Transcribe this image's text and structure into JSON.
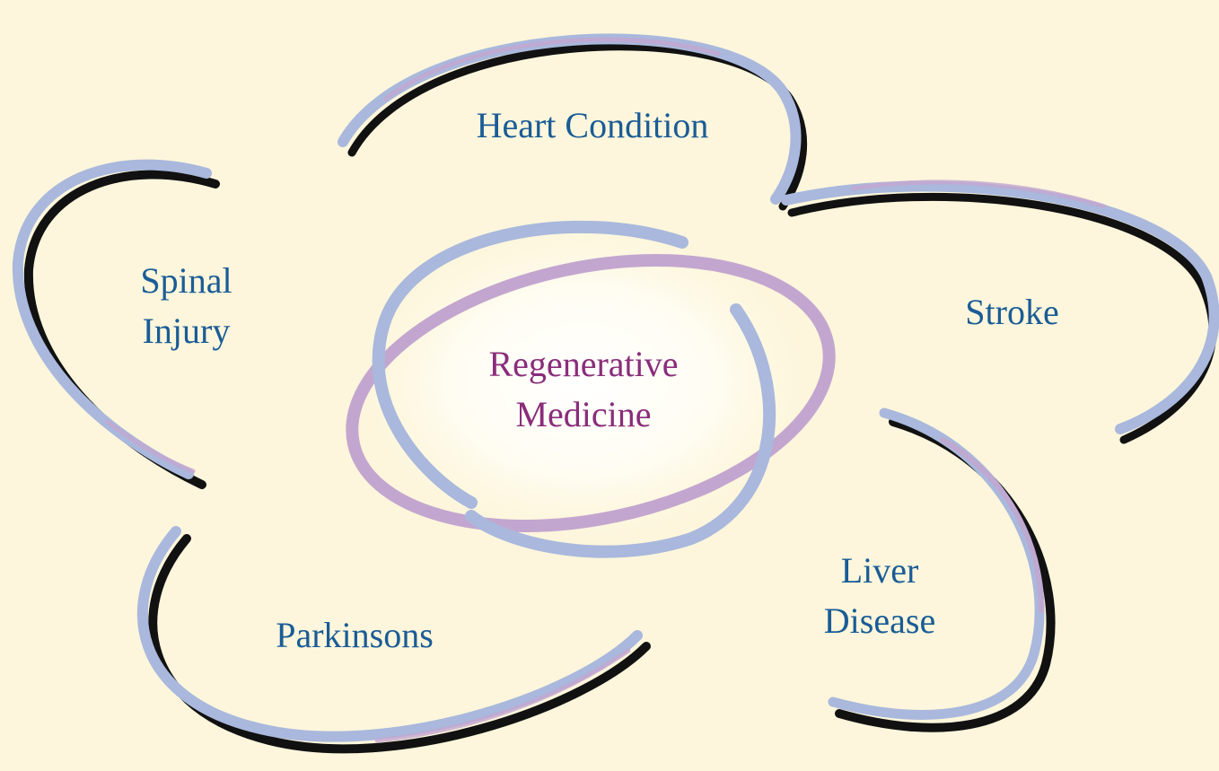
{
  "diagram": {
    "center": {
      "lines": [
        "Regenerative",
        "Medicine"
      ],
      "color": "#8a2d7a"
    },
    "petals": [
      {
        "id": "heart",
        "lines": [
          "Heart Condition"
        ]
      },
      {
        "id": "spinal",
        "lines": [
          "Spinal",
          "Injury"
        ]
      },
      {
        "id": "stroke",
        "lines": [
          "Stroke"
        ]
      },
      {
        "id": "parkinsons",
        "lines": [
          "Parkinsons"
        ]
      },
      {
        "id": "liver",
        "lines": [
          "Liver",
          "Disease"
        ]
      }
    ],
    "colors": {
      "background": "#fdf6dc",
      "label": "#1a5c96",
      "swoosh_blue": "#a9b8dc",
      "swoosh_purple": "#c3a6cf",
      "swoosh_dark": "#111111"
    }
  }
}
